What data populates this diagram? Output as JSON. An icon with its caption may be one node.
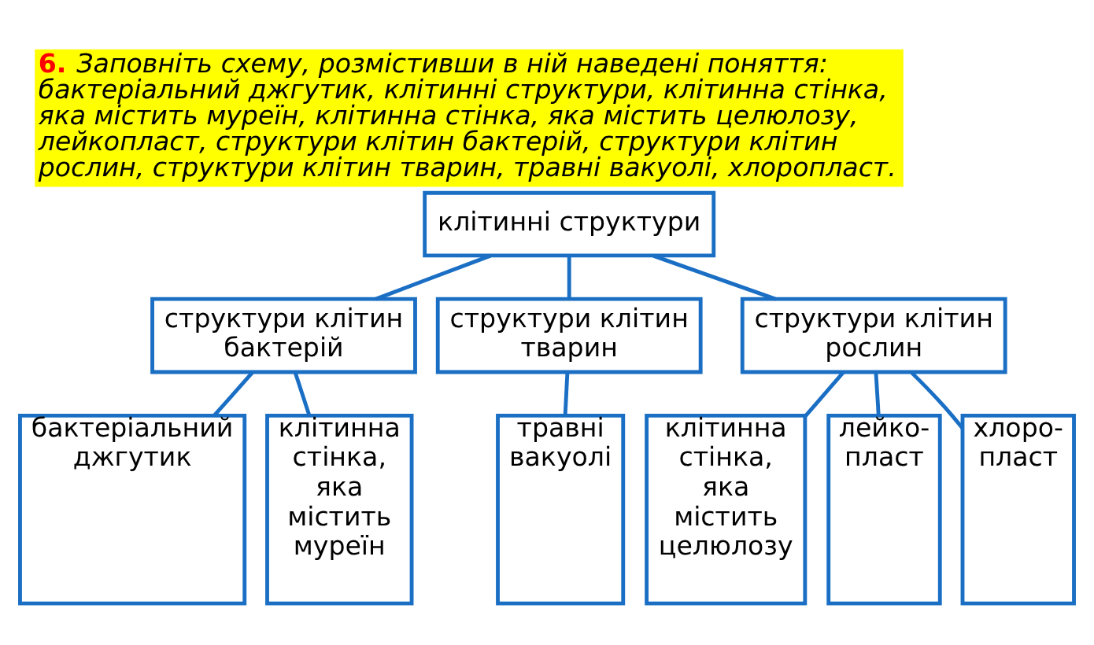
{
  "diagram": {
    "title": "6. Заповніть схему, розмістивши в ній наведені поняття: бактеріальний джгутик, клітинні структури, клітинна стінка, яка містить муреїн, клітинна стінка, яка містить целюлозу, лейкопласт, структури клітин бактерій, структури клітин рослин, структури клітин тварин, травні вакуолі, хлоропласт.",
    "nodes": [
      {
        "text": [
          "клітинні структури"
        ]
      },
      {
        "text": [
          "структури клітин бактерій"
        ]
      },
      {
        "text": [
          "структури клітин тварин"
        ]
      },
      {
        "text": [
          "структури клітин рослин"
        ]
      },
      {
        "text": [
          "бактеріальний джгутик"
        ]
      },
      {
        "text": [
          "клітинна стінка, яка містить муреїн"
        ]
      },
      {
        "text": [
          "травні вакуолі"
        ]
      },
      {
        "text": [
          "клітинна стінка, яка містить целюлозу"
        ]
      },
      {
        "text": [
          "лейко- пласт"
        ]
      },
      {
        "text": [
          "хлоро- пласт"
        ]
      }
    ],
    "edges": [
      {
        "from": 0,
        "to": 1,
        "arrow": "none"
      },
      {
        "from": 0,
        "to": 2,
        "arrow": "none"
      },
      {
        "from": 0,
        "to": 3,
        "arrow": "none"
      },
      {
        "from": 1,
        "to": 4,
        "arrow": "none"
      },
      {
        "from": 1,
        "to": 5,
        "arrow": "none"
      },
      {
        "from": 2,
        "to": 6,
        "arrow": "none"
      },
      {
        "from": 3,
        "to": 7,
        "arrow": "none"
      },
      {
        "from": 3,
        "to": 8,
        "arrow": "none"
      },
      {
        "from": 3,
        "to": 9,
        "arrow": "none"
      }
    ]
  }
}
